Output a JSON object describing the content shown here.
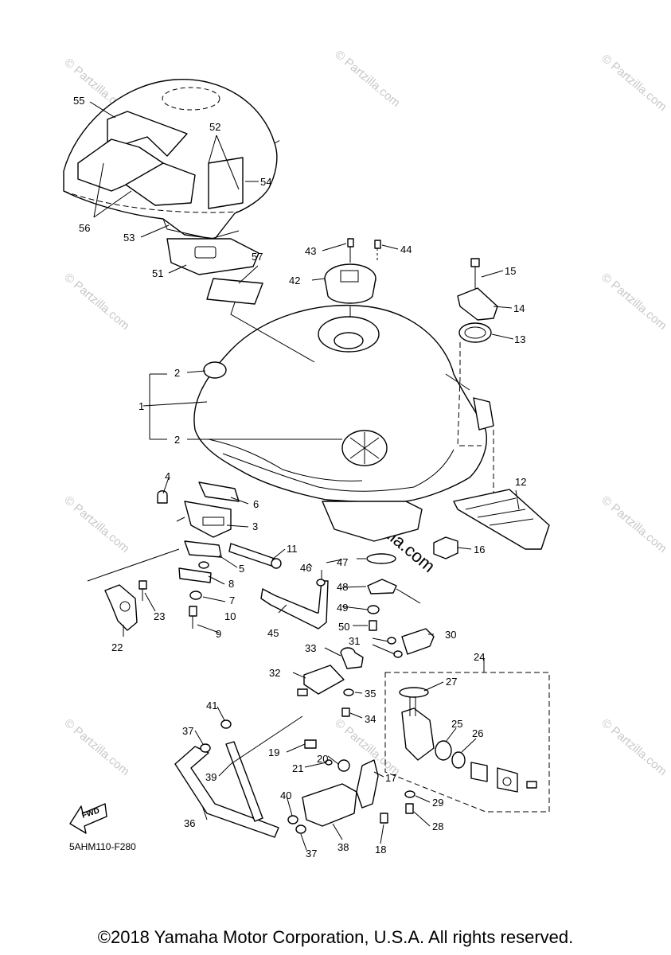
{
  "diagram": {
    "code": "5AHM110-F280",
    "fwd_label": "FWD",
    "watermark": "© Partzilla.com",
    "callouts": [
      "1",
      "2",
      "3",
      "4",
      "5",
      "6",
      "7",
      "8",
      "9",
      "10",
      "11",
      "12",
      "13",
      "14",
      "15",
      "16",
      "17",
      "18",
      "19",
      "20",
      "21",
      "22",
      "23",
      "24",
      "25",
      "26",
      "27",
      "28",
      "29",
      "30",
      "31",
      "32",
      "33",
      "34",
      "35",
      "36",
      "37",
      "38",
      "39",
      "40",
      "41",
      "42",
      "43",
      "44",
      "45",
      "46",
      "47",
      "48",
      "49",
      "50",
      "51",
      "52",
      "53",
      "54",
      "55",
      "56",
      "57"
    ]
  },
  "footer": {
    "copyright": "©2018 Yamaha Motor Corporation, U.S.A. All rights reserved."
  }
}
